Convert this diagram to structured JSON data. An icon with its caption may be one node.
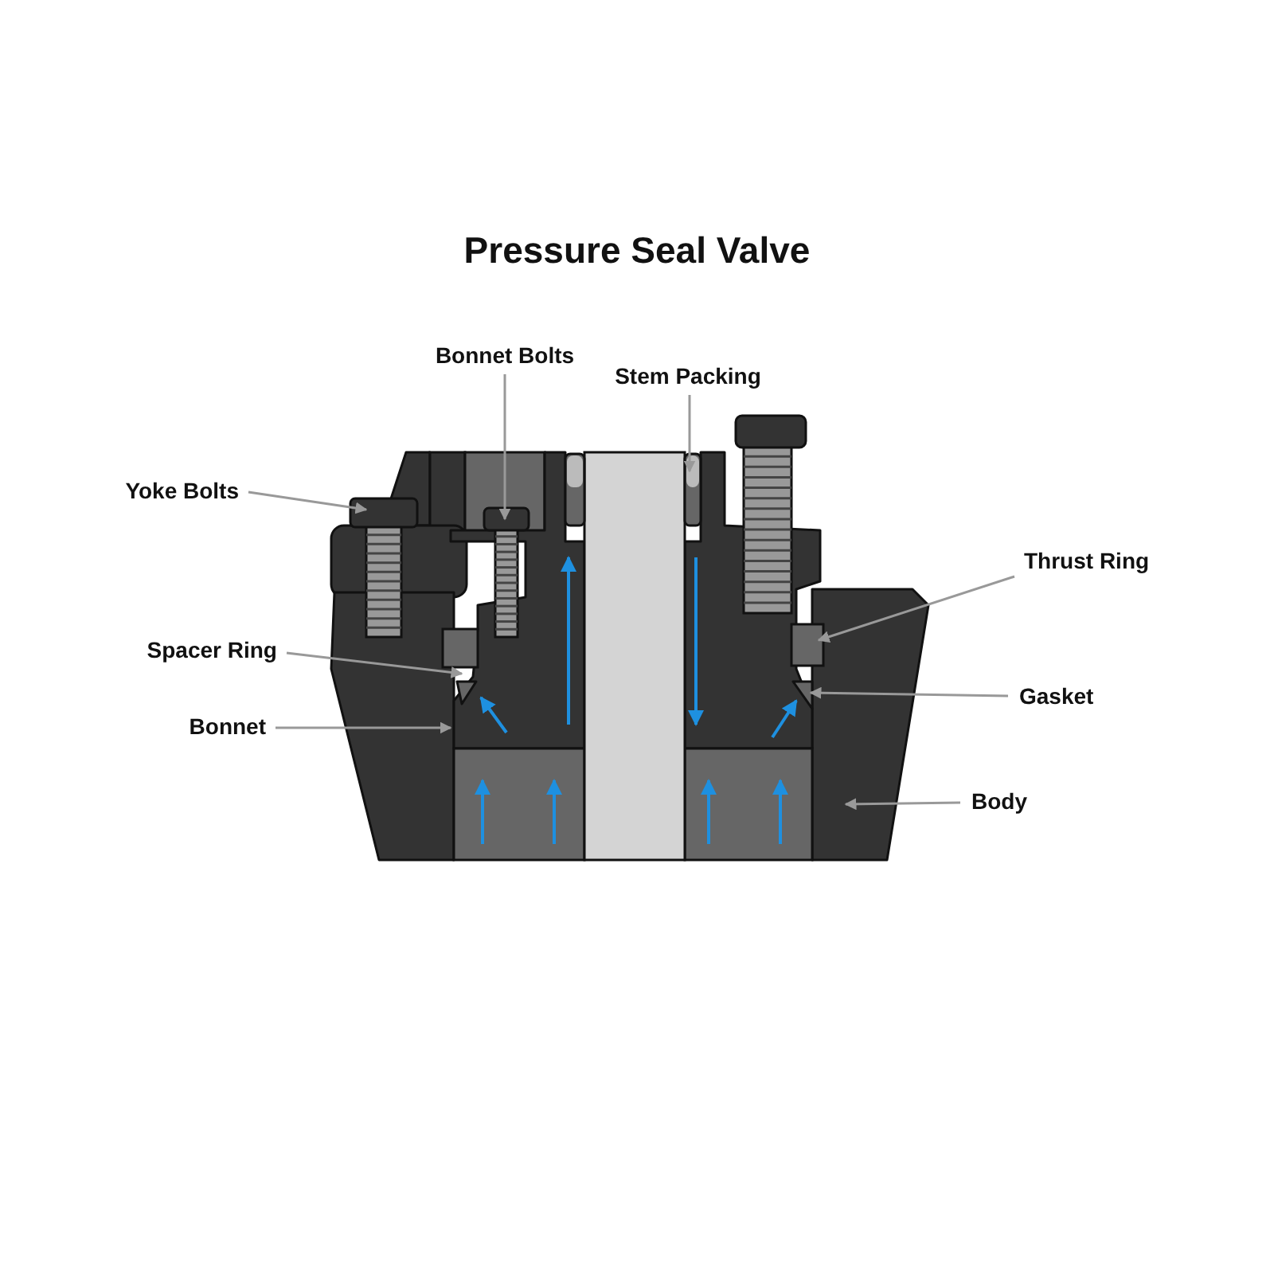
{
  "diagram": {
    "title": "Pressure Seal Valve",
    "nodes": [
      {
        "text": [
          "Bonnet Bolts"
        ]
      },
      {
        "text": [
          "Stem Packing"
        ]
      },
      {
        "text": [
          "Yoke Bolts"
        ]
      },
      {
        "text": [
          "Thrust Ring"
        ]
      },
      {
        "text": [
          "Spacer Ring"
        ]
      },
      {
        "text": [
          "Gasket"
        ]
      },
      {
        "text": [
          "Bonnet"
        ]
      },
      {
        "text": [
          "Body"
        ]
      }
    ],
    "edges": [
      {
        "from": 0,
        "to": null,
        "arrow": "to"
      },
      {
        "from": 1,
        "to": null,
        "arrow": "to"
      },
      {
        "from": 2,
        "to": null,
        "arrow": "to"
      },
      {
        "from": 3,
        "to": null,
        "arrow": "to"
      },
      {
        "from": 4,
        "to": null,
        "arrow": "to"
      },
      {
        "from": 5,
        "to": null,
        "arrow": "to"
      },
      {
        "from": 6,
        "to": null,
        "arrow": "to"
      },
      {
        "from": 7,
        "to": null,
        "arrow": "to"
      }
    ]
  }
}
